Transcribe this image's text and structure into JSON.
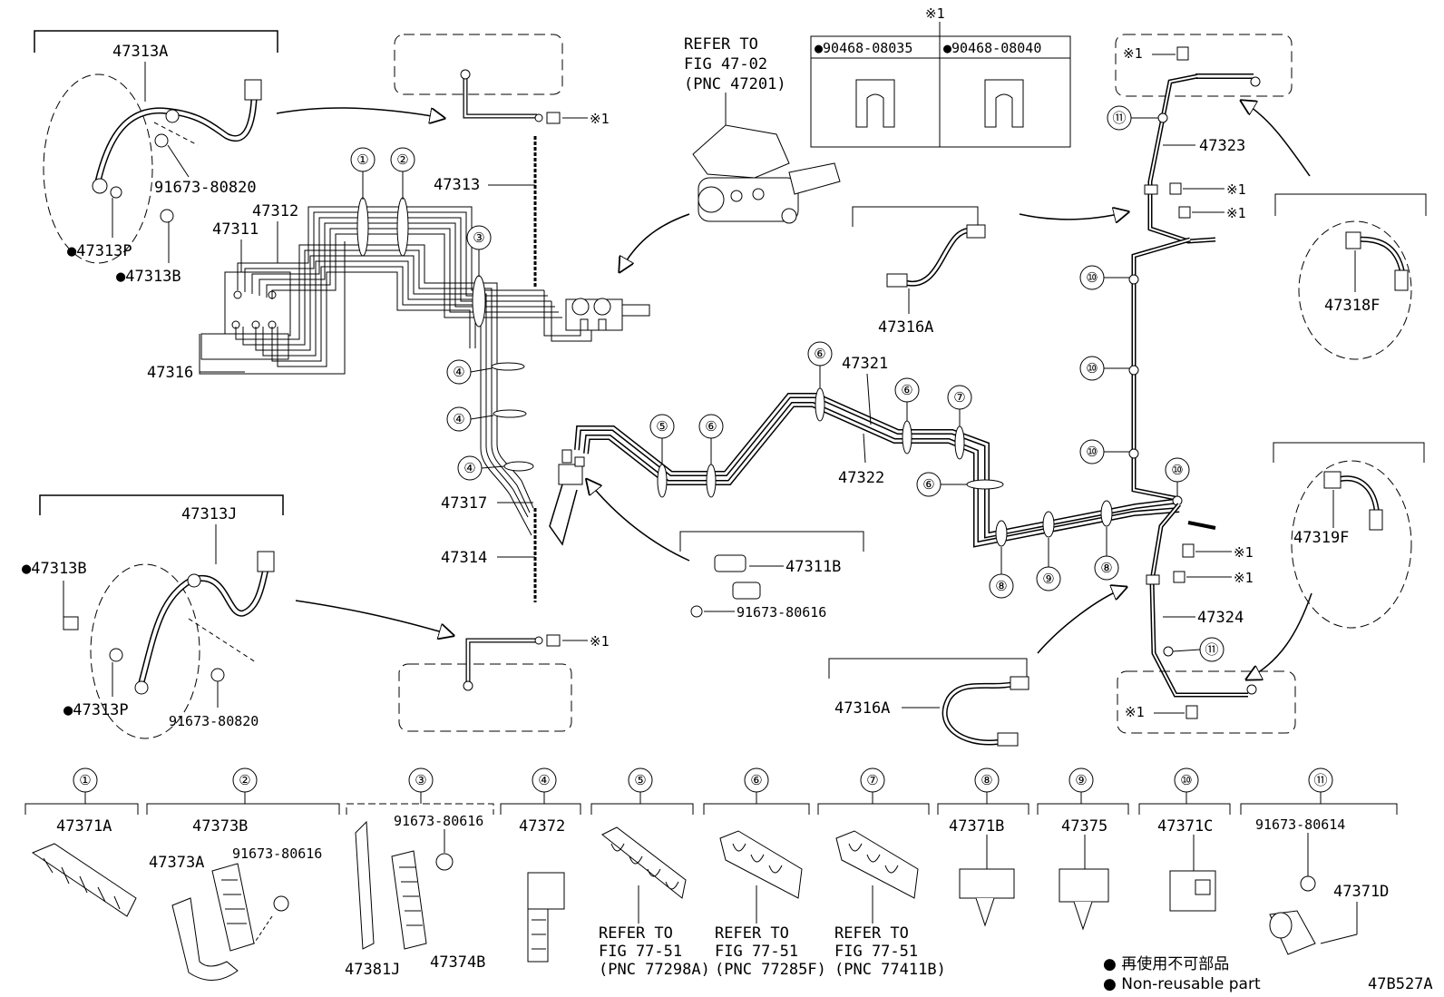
{
  "parts": {
    "p47313A": "47313A",
    "p91673_80820_top": "91673-80820",
    "p47313P_top": "●47313P",
    "p47313B_top": "●47313B",
    "p47313": "47313",
    "p47312": "47312",
    "p47311": "47311",
    "p47316": "47316",
    "p47313J": "47313J",
    "p47313B_bot": "●47313B",
    "p47313P_bot": "●47313P",
    "p91673_80820_bot": "91673-80820",
    "p47317": "47317",
    "p47314": "47314",
    "p47311B": "47311B",
    "p91673_80616_mid": "91673-80616",
    "p47321": "47321",
    "p47322": "47322",
    "p47316A_top": "47316A",
    "p47316A_bot": "47316A",
    "p47323": "47323",
    "p47324": "47324",
    "p47318F": "47318F",
    "p47319F": "47319F"
  },
  "refer_master": [
    "REFER TO",
    "FIG 47-02",
    "(PNC 47201)"
  ],
  "note_mark": "※1",
  "note_mark_top": "※1",
  "note_box": {
    "left": "●90468-08035",
    "right": "●90468-08040"
  },
  "callouts": {
    "c1": "①",
    "c2": "②",
    "c3": "③",
    "c4": "④",
    "c5": "⑤",
    "c6": "⑥",
    "c7": "⑦",
    "c8": "⑧",
    "c9": "⑨",
    "c10": "⑩",
    "c11": "⑪"
  },
  "bottom_row": {
    "g1": {
      "num": "①",
      "part": "47371A"
    },
    "g2": {
      "num": "②",
      "part_a": "47373B",
      "part_b": "47373A",
      "part_c": "91673-80616"
    },
    "g3": {
      "num": "③",
      "part_a": "91673-80616",
      "part_b": "47381J",
      "part_c": "47374B"
    },
    "g4": {
      "num": "④",
      "part": "47372"
    },
    "g5": {
      "num": "⑤",
      "refer": [
        "REFER TO",
        "FIG 77-51",
        "(PNC 77298A)"
      ]
    },
    "g6": {
      "num": "⑥",
      "refer": [
        "REFER TO",
        "FIG 77-51",
        "(PNC 77285F)"
      ]
    },
    "g7": {
      "num": "⑦",
      "refer": [
        "REFER TO",
        "FIG 77-51",
        "(PNC 77411B)"
      ]
    },
    "g8": {
      "num": "⑧",
      "part": "47371B"
    },
    "g9": {
      "num": "⑨",
      "part": "47375"
    },
    "g10": {
      "num": "⑩",
      "part": "47371C"
    },
    "g11": {
      "num": "⑪",
      "part_a": "91673-80614",
      "part_b": "47371D"
    }
  },
  "legend": {
    "line1": "● 再使用不可部品",
    "line2": "● Non-reusable part"
  },
  "figure_id": "47B527A"
}
